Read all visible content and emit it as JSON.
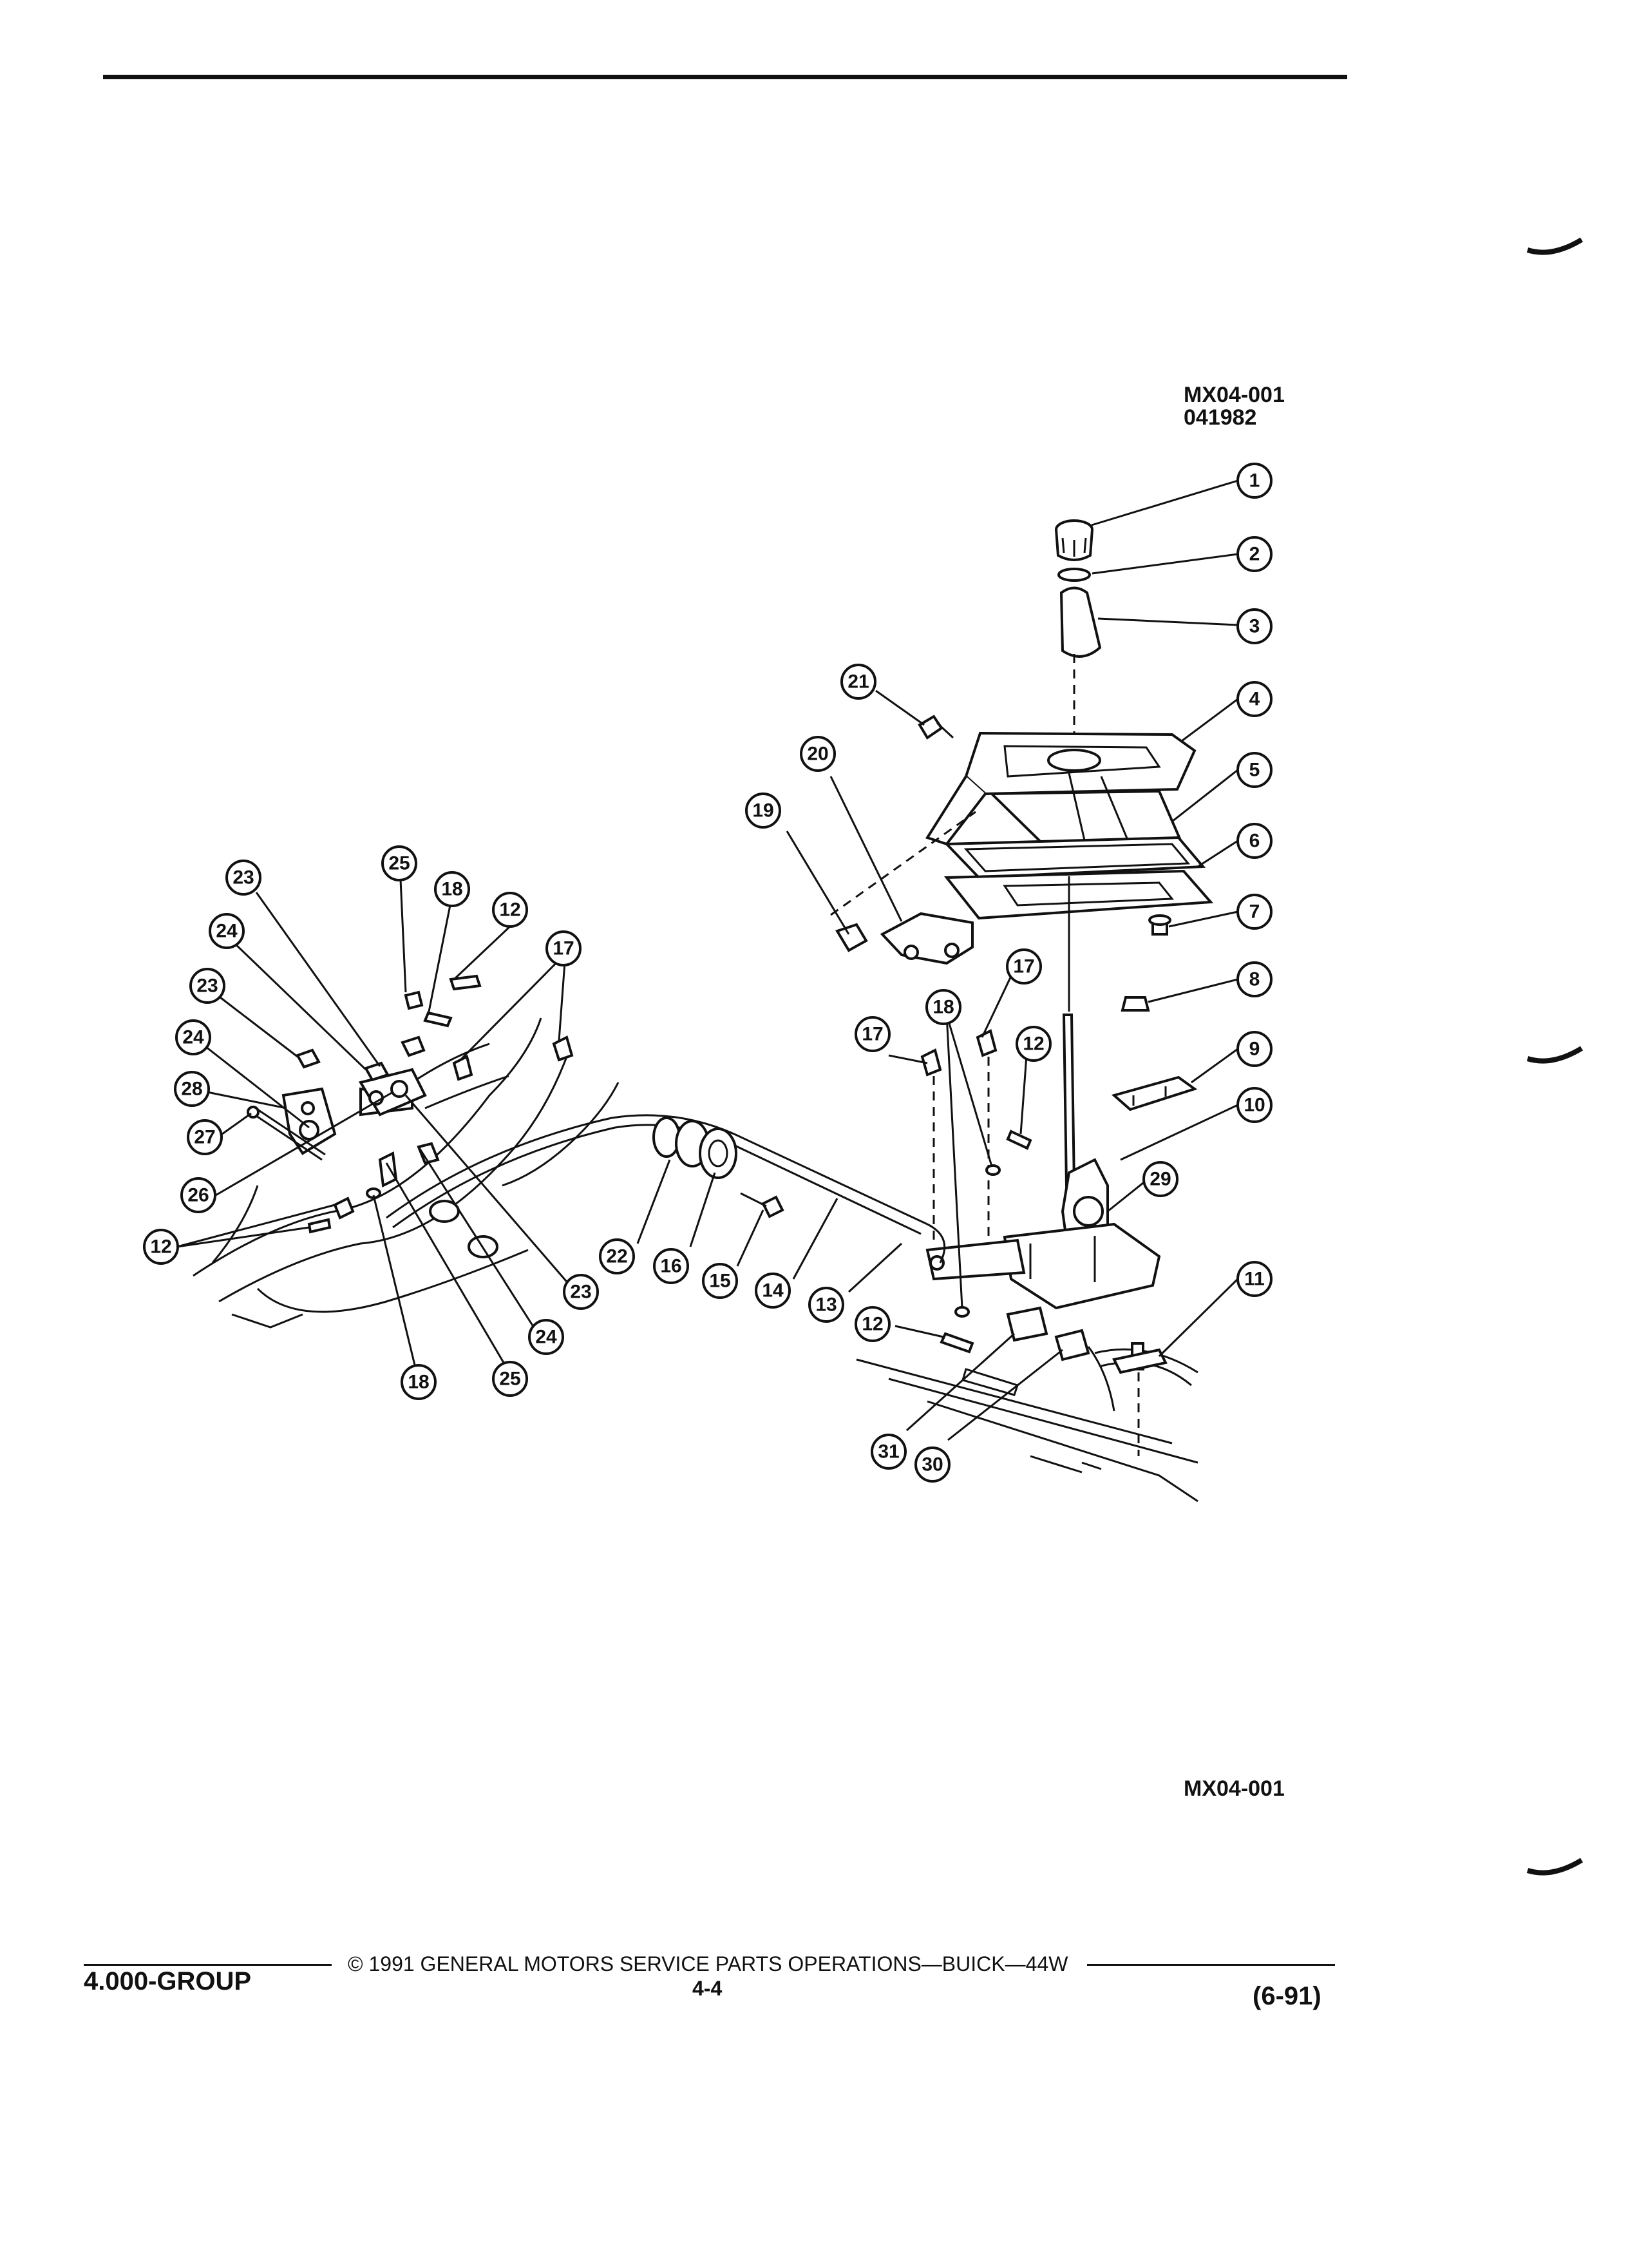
{
  "figure": {
    "code_top": "MX04-001",
    "code_number": "041982",
    "code_bottom": "MX04-001"
  },
  "callouts": [
    {
      "id": "c1",
      "label": "1"
    },
    {
      "id": "c2",
      "label": "2"
    },
    {
      "id": "c3",
      "label": "3"
    },
    {
      "id": "c4",
      "label": "4"
    },
    {
      "id": "c5",
      "label": "5"
    },
    {
      "id": "c6",
      "label": "6"
    },
    {
      "id": "c7",
      "label": "7"
    },
    {
      "id": "c8",
      "label": "8"
    },
    {
      "id": "c9",
      "label": "9"
    },
    {
      "id": "c10",
      "label": "10"
    },
    {
      "id": "c29",
      "label": "29"
    },
    {
      "id": "c11",
      "label": "11"
    },
    {
      "id": "c21",
      "label": "21"
    },
    {
      "id": "c20",
      "label": "20"
    },
    {
      "id": "c19",
      "label": "19"
    },
    {
      "id": "c17a",
      "label": "17"
    },
    {
      "id": "c18a",
      "label": "18"
    },
    {
      "id": "c17b",
      "label": "17"
    },
    {
      "id": "c12a",
      "label": "12"
    },
    {
      "id": "c22",
      "label": "22"
    },
    {
      "id": "c16",
      "label": "16"
    },
    {
      "id": "c15",
      "label": "15"
    },
    {
      "id": "c14",
      "label": "14"
    },
    {
      "id": "c13",
      "label": "13"
    },
    {
      "id": "c12b",
      "label": "12"
    },
    {
      "id": "c31",
      "label": "31"
    },
    {
      "id": "c30",
      "label": "30"
    },
    {
      "id": "c23a",
      "label": "23"
    },
    {
      "id": "c25a",
      "label": "25"
    },
    {
      "id": "c18b",
      "label": "18"
    },
    {
      "id": "c12c",
      "label": "12"
    },
    {
      "id": "c17c",
      "label": "17"
    },
    {
      "id": "c24a",
      "label": "24"
    },
    {
      "id": "c23b",
      "label": "23"
    },
    {
      "id": "c24b",
      "label": "24"
    },
    {
      "id": "c28",
      "label": "28"
    },
    {
      "id": "c27",
      "label": "27"
    },
    {
      "id": "c26",
      "label": "26"
    },
    {
      "id": "c12d",
      "label": "12"
    },
    {
      "id": "c23c",
      "label": "23"
    },
    {
      "id": "c24c",
      "label": "24"
    },
    {
      "id": "c18c",
      "label": "18"
    },
    {
      "id": "c25b",
      "label": "25"
    }
  ],
  "footer": {
    "group": "4.000-GROUP",
    "copyright": "© 1991 GENERAL MOTORS SERVICE PARTS OPERATIONS—BUICK—44W",
    "page": "4-4",
    "date": "(6-91)"
  }
}
